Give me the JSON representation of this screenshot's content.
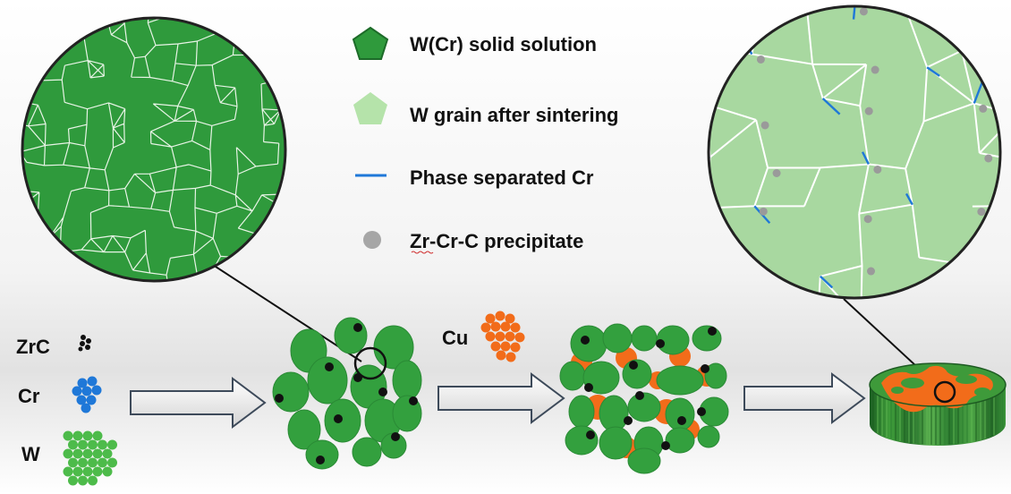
{
  "legend": {
    "items": [
      {
        "label": "W(Cr) solid solution",
        "icon": "dark-green-pentagon-icon"
      },
      {
        "label": "W grain after sintering",
        "icon": "light-green-pentagon-icon"
      },
      {
        "label": "Phase separated Cr",
        "icon": "blue-line-icon"
      },
      {
        "label": "Zr-Cr-C precipitate",
        "icon": "gray-dot-icon"
      }
    ]
  },
  "materials": {
    "zrc": "ZrC",
    "cr": "Cr",
    "w": "W",
    "cu": "Cu"
  },
  "colors": {
    "w_dark_green": "#2f9a3c",
    "w_light_green": "#a8d8a0",
    "cr_blue": "#1f78d8",
    "cu_orange": "#f26c1a",
    "precipitate_gray": "#9a9a9a",
    "zrc_black": "#111111"
  }
}
